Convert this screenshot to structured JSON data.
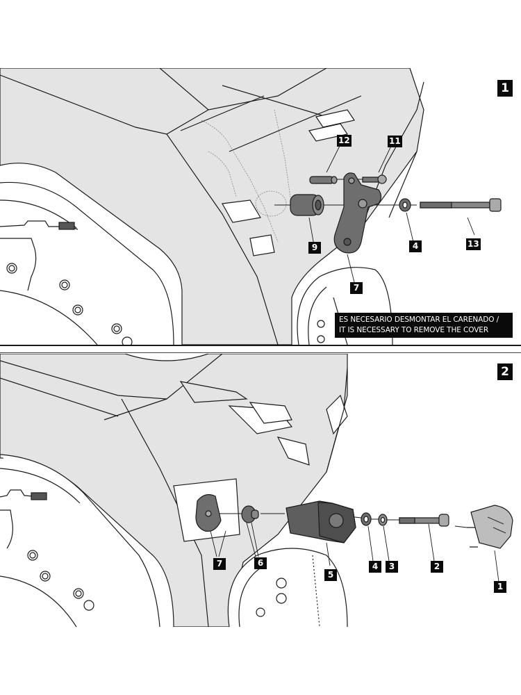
{
  "steps": [
    {
      "number": "1",
      "note": {
        "line1": "ES NECESARIO DESMONTAR EL CARENADO /",
        "line2": "IT IS NECESSARY TO REMOVE THE COVER"
      },
      "callouts": [
        "12",
        "11",
        "4",
        "13",
        "9",
        "7"
      ]
    },
    {
      "number": "2",
      "callouts": [
        "7",
        "6",
        "5",
        "4",
        "3",
        "2",
        "1"
      ]
    }
  ],
  "colors": {
    "fairing_fill": "#e4e4e4",
    "part_fill": "#6e6e6e",
    "line": "#1a1a1a",
    "label_bg": "#0a0a0a",
    "label_fg": "#ffffff"
  }
}
